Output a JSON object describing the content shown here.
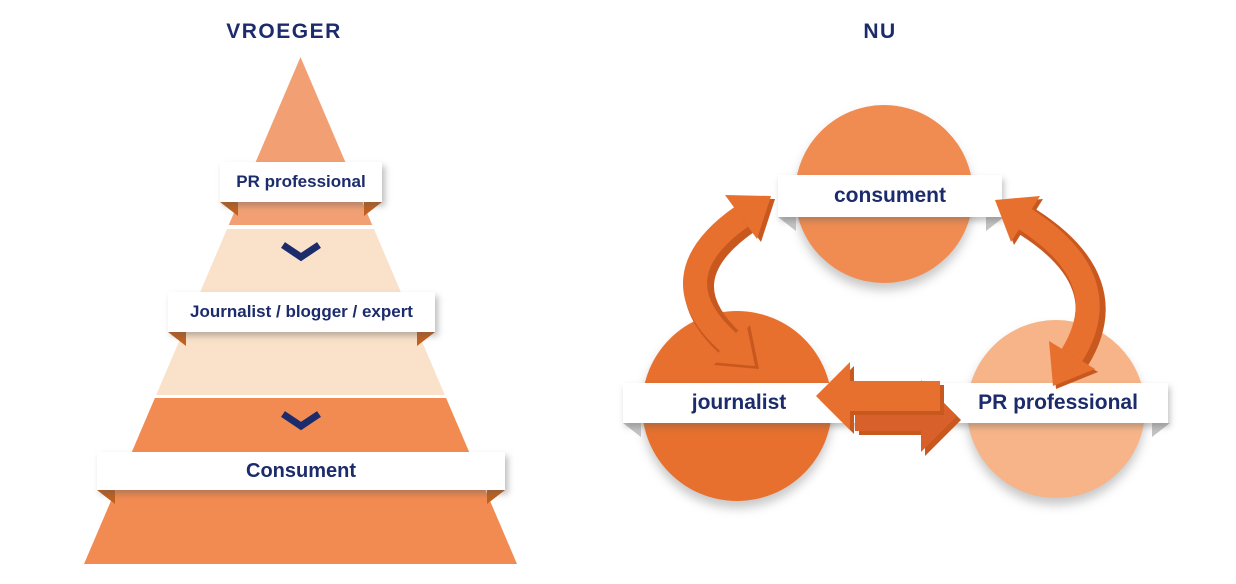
{
  "left": {
    "title": "VROEGER",
    "levels": [
      {
        "label": "PR professional"
      },
      {
        "label": "Journalist / blogger / expert"
      },
      {
        "label": "Consument"
      }
    ]
  },
  "right": {
    "title": "NU",
    "nodes": [
      {
        "label": "consument"
      },
      {
        "label": "journalist"
      },
      {
        "label": "PR professional"
      }
    ]
  },
  "icons": {
    "chevron_down": "⌄",
    "curved_double_arrow_left": "⮂",
    "curved_double_arrow_right": "⮂",
    "double_arrow_horizontal": "⇄"
  },
  "colors": {
    "navy_text": "#1C2B6B",
    "pyramid_top": "#F2A073",
    "pyramid_light": "#FAE2CA",
    "pyramid_bottom": "#F28B51",
    "ribbon_fold": "#C2611F",
    "circle_consument": "#F08C52",
    "circle_journalist": "#E7702F",
    "circle_pr_professional": "#F6B488",
    "arrow_primary": "#E8702F",
    "arrow_secondary": "#D8602B",
    "arrow_shade": "#C9581F",
    "label_background": "#FFFFFF"
  }
}
